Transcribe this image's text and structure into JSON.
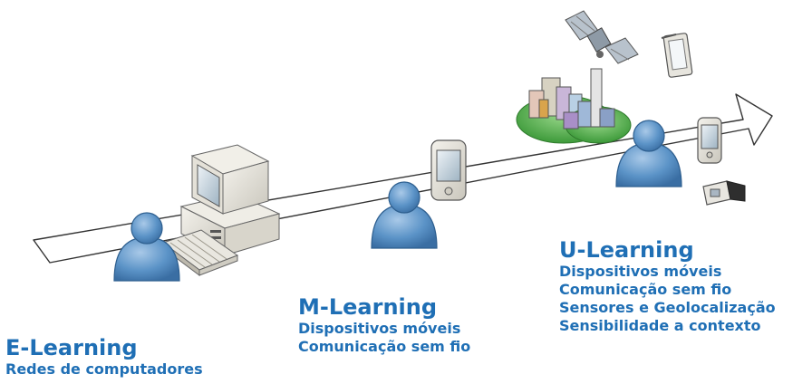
{
  "stages": [
    {
      "title": "E-Learning",
      "features": [
        "Redes de computadores"
      ]
    },
    {
      "title": "M-Learning",
      "features": [
        "Dispositivos móveis",
        "Comunicação sem fio"
      ]
    },
    {
      "title": "U-Learning",
      "features": [
        "Dispositivos móveis",
        "Comunicação sem fio",
        "Sensores e Geolocalização",
        "Sensibilidade a contexto"
      ]
    }
  ],
  "colors": {
    "label_blue": "#1f6fb5",
    "person_blue": "#5b93c7",
    "person_outline": "#2e5f8f",
    "arrow_outline": "#333333"
  },
  "icons": [
    "person-icon",
    "desktop-computer-icon",
    "keyboard-icon",
    "pda-icon",
    "satellite-icon",
    "tablet-icon",
    "city-icon",
    "sensor-device-icon"
  ]
}
